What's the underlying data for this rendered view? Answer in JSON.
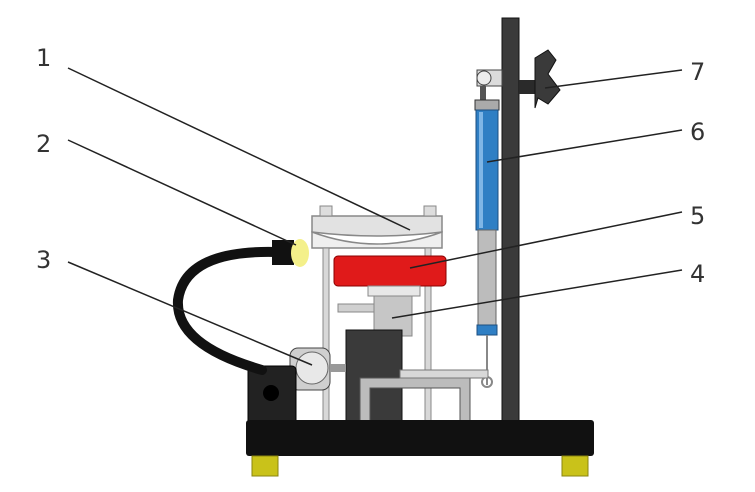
{
  "diagram": {
    "callouts": [
      {
        "id": "c1",
        "label": "1"
      },
      {
        "id": "c2",
        "label": "2"
      },
      {
        "id": "c3",
        "label": "3"
      },
      {
        "id": "c4",
        "label": "4"
      },
      {
        "id": "c5",
        "label": "5"
      },
      {
        "id": "c6",
        "label": "6"
      },
      {
        "id": "c7",
        "label": "7"
      }
    ]
  },
  "colors": {
    "base": "#111111",
    "stand": "#3a3a3a",
    "feet": "#c9c21a",
    "sample": "#e01a1a",
    "spring_scale": "#2f7fc4",
    "lamp": "#f4f08a",
    "frame": "#e2e2e2",
    "cable": "#111111"
  }
}
